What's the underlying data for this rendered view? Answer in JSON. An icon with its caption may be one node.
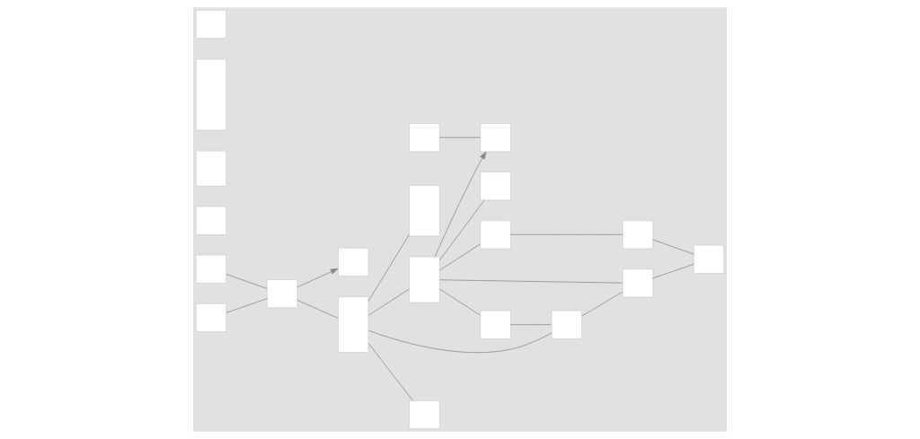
{
  "diagram": {
    "nodes": [
      {
        "text": [],
        "shape": "box"
      },
      {
        "text": [],
        "shape": "box"
      },
      {
        "text": [],
        "shape": "box"
      },
      {
        "text": [],
        "shape": "box"
      },
      {
        "text": [],
        "shape": "box"
      },
      {
        "text": [],
        "shape": "box"
      },
      {
        "text": [],
        "shape": "box"
      },
      {
        "text": [],
        "shape": "box"
      },
      {
        "text": [],
        "shape": "box"
      },
      {
        "text": [],
        "shape": "box"
      },
      {
        "text": [],
        "shape": "box"
      },
      {
        "text": [],
        "shape": "box"
      },
      {
        "text": [],
        "shape": "box"
      },
      {
        "text": [],
        "shape": "box"
      },
      {
        "text": [],
        "shape": "box"
      },
      {
        "text": [],
        "shape": "box"
      },
      {
        "text": [],
        "shape": "box"
      },
      {
        "text": [],
        "shape": "box"
      },
      {
        "text": [],
        "shape": "box"
      },
      {
        "text": [],
        "shape": "box"
      },
      {
        "text": [],
        "shape": "box"
      }
    ],
    "edges": [
      {
        "from": 1,
        "to": 10,
        "arrow": "none"
      },
      {
        "from": 5,
        "to": 10,
        "arrow": "none"
      },
      {
        "from": 10,
        "to": 9,
        "arrow": "to"
      },
      {
        "from": 10,
        "to": 11,
        "arrow": "none"
      },
      {
        "from": 11,
        "to": 6,
        "arrow": "none"
      },
      {
        "from": 6,
        "to": 3,
        "arrow": "to"
      },
      {
        "from": 0,
        "to": 3,
        "arrow": "none"
      },
      {
        "from": 6,
        "to": 7,
        "arrow": "none"
      },
      {
        "from": 6,
        "to": 13,
        "arrow": "none"
      },
      {
        "from": 6,
        "to": 12,
        "arrow": "none"
      },
      {
        "from": 12,
        "to": 15,
        "arrow": "none"
      },
      {
        "from": 11,
        "to": 15,
        "arrow": "none"
      },
      {
        "from": 15,
        "to": 7,
        "arrow": "none"
      },
      {
        "from": 7,
        "to": 18,
        "arrow": "none"
      },
      {
        "from": 11,
        "to": 16,
        "arrow": "none"
      },
      {
        "from": 11,
        "to": 17,
        "arrow": "none"
      },
      {
        "from": 6,
        "to": 19,
        "arrow": "none"
      },
      {
        "from": 19,
        "to": 20,
        "arrow": "none"
      },
      {
        "from": 20,
        "to": 18,
        "arrow": "none"
      }
    ]
  }
}
